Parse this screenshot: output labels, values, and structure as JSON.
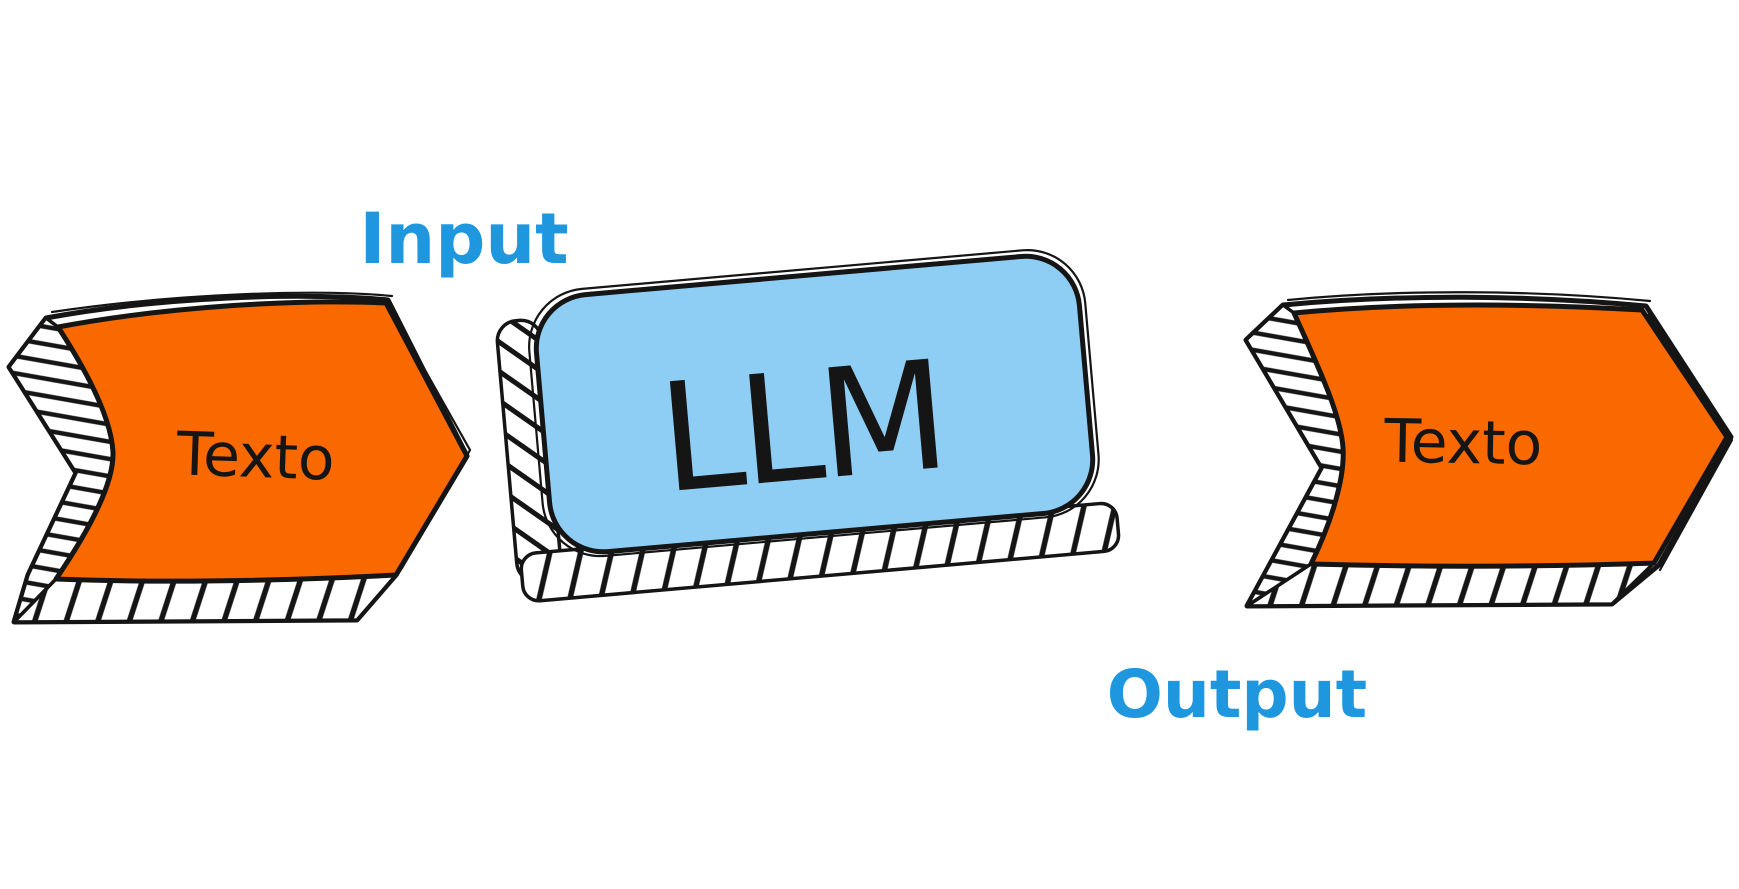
{
  "diagram": {
    "input_label": "Input",
    "output_label": "Output",
    "left_arrow": {
      "label": "Texto"
    },
    "llm_box": {
      "label": "LLM"
    },
    "right_arrow": {
      "label": "Texto"
    },
    "colors": {
      "arrow_fill": "#FA6900",
      "box_fill": "#8FCEF4",
      "label_blue": "#1E97DF",
      "ink": "#151515"
    }
  }
}
